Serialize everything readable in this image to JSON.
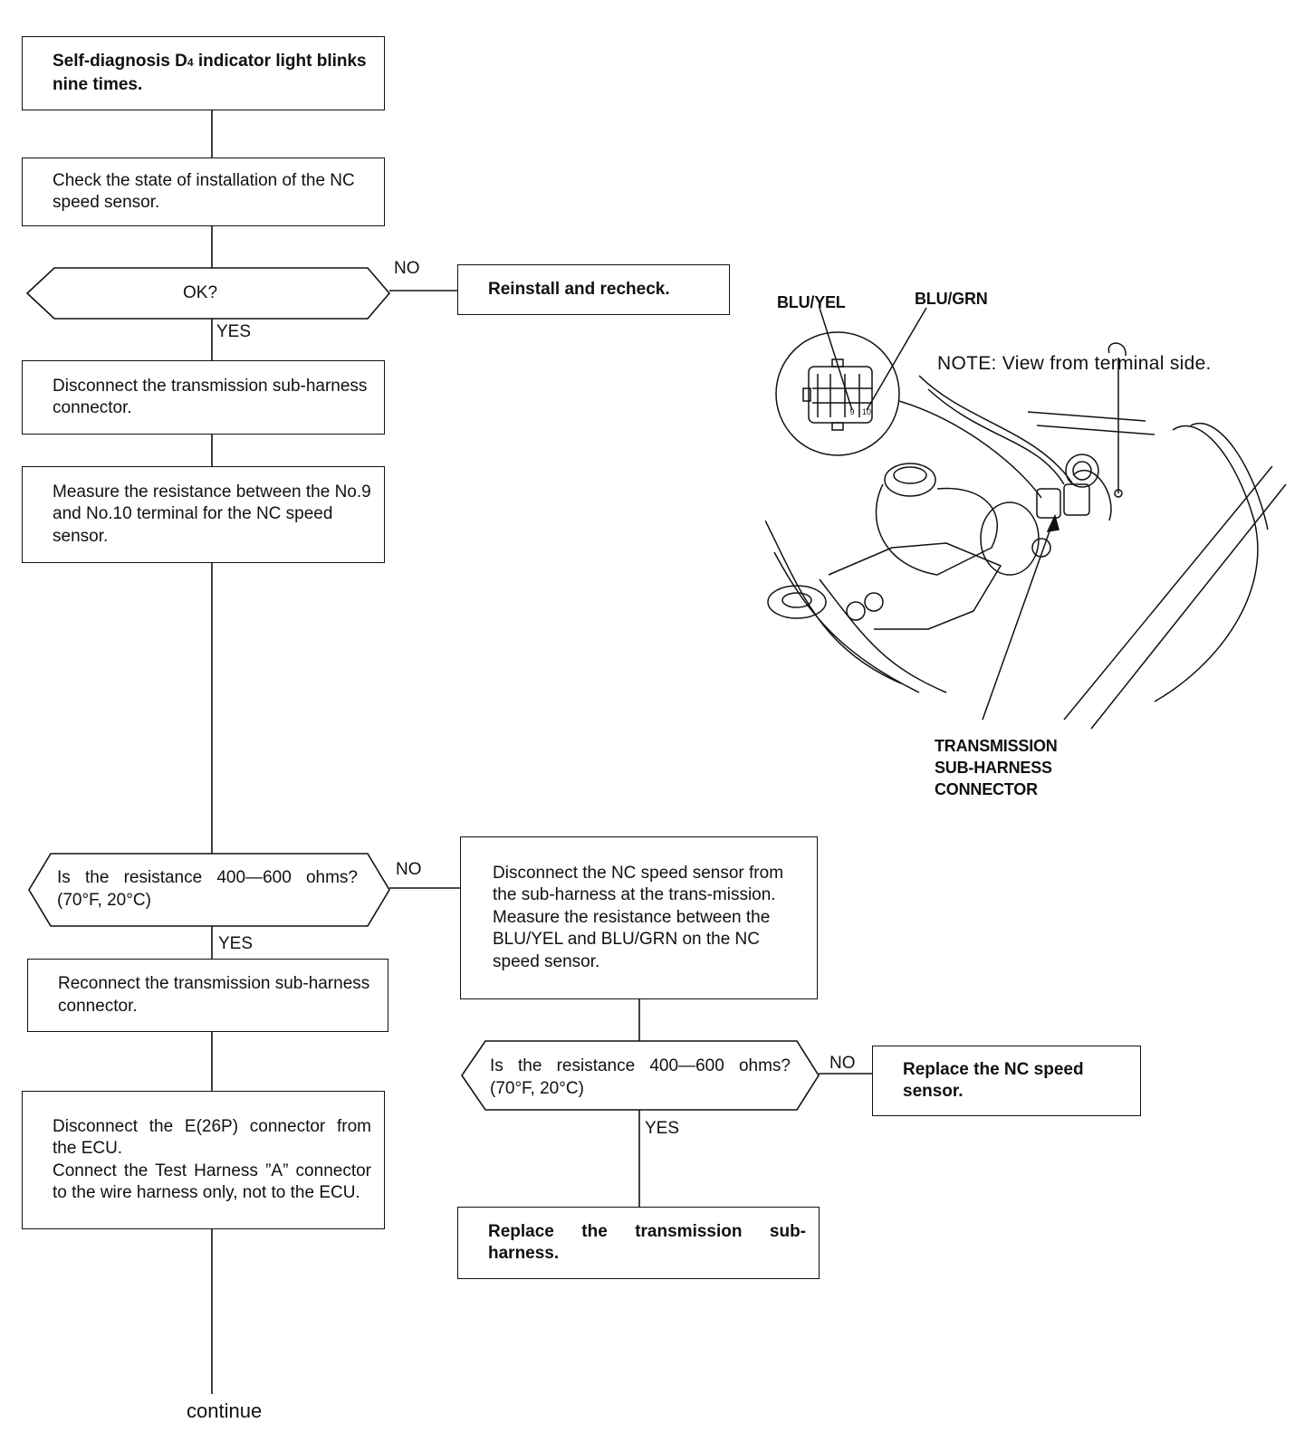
{
  "flowchart": {
    "start": {
      "text_main": "Self-diagnosis D",
      "text_sub": "4",
      "text_rest": " indicator light blinks nine times."
    },
    "check_install": "Check the state of installation of the NC speed sensor.",
    "decision_ok": "OK?",
    "reinstall": "Reinstall and recheck.",
    "disconnect_subharness": "Disconnect the transmission sub-harness connector.",
    "measure_terminals": "Measure the resistance between the No.9 and No.10 terminal for the NC speed sensor.",
    "decision_resistance_1": "Is the resistance 400—600 ohms? (70°F, 20°C)",
    "disconnect_sensor": {
      "line1": "Disconnect the NC speed sensor from the sub-harness at the trans-mission.",
      "line2": "Measure the resistance between the BLU/YEL and BLU/GRN on the NC speed sensor."
    },
    "reconnect_subharness": "Reconnect the transmission sub-harness connector.",
    "decision_resistance_2": "Is the resistance 400—600 ohms? (70°F, 20°C)",
    "replace_sensor": "Replace the NC speed sensor.",
    "disconnect_ecu": {
      "line1": "Disconnect the E(26P) connector from the ECU.",
      "line2": "Connect the Test Harness ”A” connector to the wire harness only, not to the ECU."
    },
    "replace_subharness": "Replace the transmission sub-harness.",
    "continue": "continue"
  },
  "branch_labels": {
    "yes": "YES",
    "no": "NO"
  },
  "illustration": {
    "wire_left": "BLU/YEL",
    "wire_right": "BLU/GRN",
    "note": "NOTE:  View from terminal side.",
    "terminal_a": "9",
    "terminal_b": "10",
    "connector_label": [
      "TRANSMISSION",
      "SUB-HARNESS",
      "CONNECTOR"
    ]
  }
}
